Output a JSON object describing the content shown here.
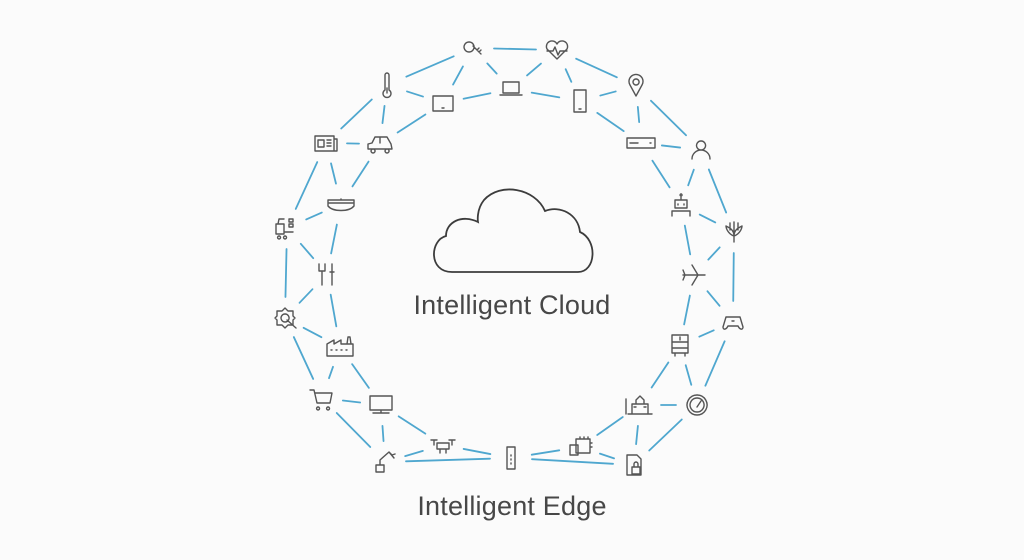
{
  "center_label": "Intelligent Cloud",
  "bottom_label": "Intelligent Edge",
  "colors": {
    "link": "#4fa7cf",
    "icon": "#555555",
    "text": "#474747",
    "background": "#fbfbfb"
  },
  "center_icon": "cloud-icon",
  "devices": [
    "key",
    "heart-rate",
    "location-pin",
    "person",
    "wheat",
    "gamepad",
    "gauge",
    "document-lock",
    "chip",
    "usb-device",
    "drone",
    "robot-arm",
    "shopping-cart",
    "gear-wrench",
    "forklift",
    "newspaper",
    "thermometer",
    "tablet",
    "laptop",
    "phone",
    "server",
    "robot",
    "airplane",
    "bus",
    "school",
    "monitor",
    "factory",
    "tools",
    "headset",
    "car"
  ]
}
